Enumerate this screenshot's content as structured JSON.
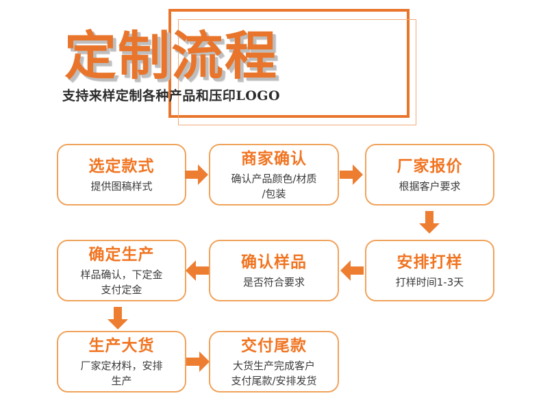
{
  "header": {
    "title": "定制流程",
    "subtitle": "支持来样定制各种产品和压印LOGO",
    "accent_color": "#E8752B",
    "frame_outer_color": "#E8752B",
    "frame_inner_color": "#F0A877",
    "shadow_color": "#BEBEBE"
  },
  "flow": {
    "box_border_color": "#F0A25A",
    "box_title_color": "#F07421",
    "box_desc_color": "#3A3A3A",
    "arrow_color": "#ED7D31",
    "steps": [
      {
        "id": "step-1",
        "title": "选定款式",
        "desc": "提供图稿样式"
      },
      {
        "id": "step-2",
        "title": "商家确认",
        "desc": "确认产品颜色/材质\n/包装"
      },
      {
        "id": "step-3",
        "title": "厂家报价",
        "desc": "根据客户要求"
      },
      {
        "id": "step-4",
        "title": "安排打样",
        "desc": "打样时间1-3天"
      },
      {
        "id": "step-5",
        "title": "确认样品",
        "desc": "是否符合要求"
      },
      {
        "id": "step-6",
        "title": "确定生产",
        "desc": "样品确认，下定金\n支付定金"
      },
      {
        "id": "step-7",
        "title": "生产大货",
        "desc": "厂家定材料，安排\n生产"
      },
      {
        "id": "step-8",
        "title": "交付尾款",
        "desc": "大货生产完成客户\n支付尾款/安排发货"
      }
    ],
    "connectors": [
      {
        "id": "arrow-1-2",
        "direction": "right"
      },
      {
        "id": "arrow-2-3",
        "direction": "right"
      },
      {
        "id": "arrow-3-4",
        "direction": "down"
      },
      {
        "id": "arrow-4-5",
        "direction": "left"
      },
      {
        "id": "arrow-5-6",
        "direction": "left"
      },
      {
        "id": "arrow-6-7",
        "direction": "down"
      },
      {
        "id": "arrow-7-8",
        "direction": "right"
      }
    ]
  }
}
